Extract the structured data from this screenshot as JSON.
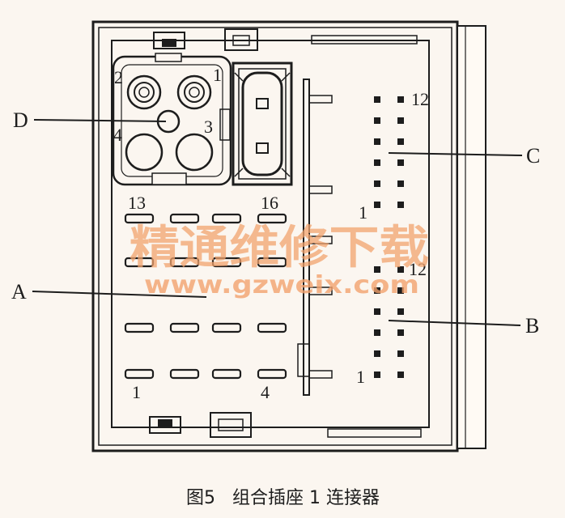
{
  "diagram": {
    "caption": "图5   组合插座 1 连接器",
    "callouts": {
      "a": "A",
      "b": "B",
      "c": "C",
      "d": "D"
    },
    "module_pins": {
      "p1": "1",
      "p2": "2",
      "p3": "3",
      "p4": "4"
    },
    "block_a_numbers": {
      "top_left": "13",
      "top_right": "16",
      "bottom_left": "1",
      "bottom_right": "4"
    },
    "block_b_numbers": {
      "top": "12",
      "bottom": "1"
    },
    "block_c_numbers": {
      "top": "12",
      "bottom": "1"
    },
    "watermark": {
      "title": "精通维修下载",
      "url": "www.gzweix.com"
    },
    "colors": {
      "line": "#1d1d1d",
      "paper": "#fbf6f0",
      "watermark": "#f2a36e"
    }
  }
}
